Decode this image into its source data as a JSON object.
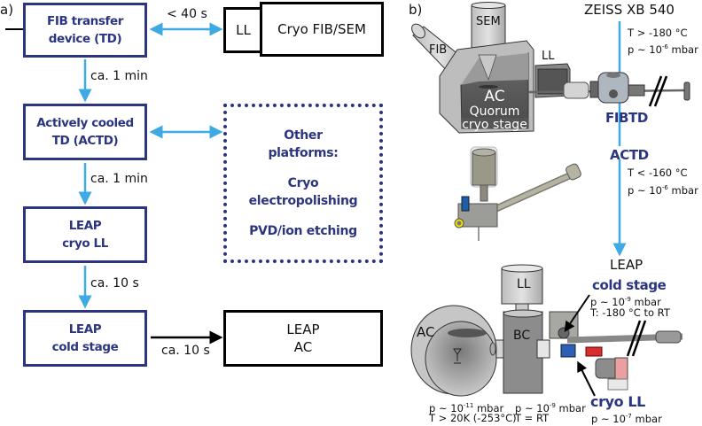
{
  "panel_a": {
    "label": "a)",
    "flow_boxes": [
      {
        "id": "fib-td",
        "line1": "FIB transfer",
        "line2": "device (TD)"
      },
      {
        "id": "actd",
        "line1": "Actively cooled",
        "line2": "TD (ACTD)"
      },
      {
        "id": "leap-cryo-ll",
        "line1": "LEAP",
        "line2": "cryo LL"
      },
      {
        "id": "leap-cold-stage",
        "line1": "LEAP",
        "line2": "cold stage"
      }
    ],
    "external_boxes": {
      "ll": "LL",
      "cryo_fib_sem": "Cryo FIB/SEM",
      "leap_ac_line1": "LEAP",
      "leap_ac_line2": "AC"
    },
    "other_platforms": {
      "title_line1": "Other",
      "title_line2": "platforms:",
      "item1_line1": "Cryo",
      "item1_line2": "electropolishing",
      "item2": "PVD/ion etching"
    },
    "timings": {
      "td_to_fibsem": "< 40 s",
      "td_to_actd": "ca. 1 min",
      "actd_to_cryoll": "ca. 1 min",
      "cryoll_to_coldstage": "ca. 10 s",
      "coldstage_to_ac": "ca. 10 s"
    },
    "colors": {
      "navy": "#2b3580",
      "arrow_blue": "#3ea9e3",
      "black": "#000000"
    }
  },
  "panel_b": {
    "label": "b)",
    "fib_sem": {
      "title": "ZEISS XB 540",
      "sem": "SEM",
      "fib": "FIB",
      "ll": "LL",
      "ac": "AC",
      "stage_line1": "Quorum",
      "stage_line2": "cryo stage",
      "temp": "T > -180 °C",
      "pressure_prefix": "p ~ 10",
      "pressure_exp": "-6",
      "pressure_unit": " mbar",
      "device_label": "FIBTD"
    },
    "actd": {
      "label": "ACTD",
      "temp": "T < -160 °C",
      "pressure_prefix": "p ~ 10",
      "pressure_exp": "-6",
      "pressure_unit": " mbar"
    },
    "leap": {
      "title": "LEAP",
      "ll": "LL",
      "ac": "AC",
      "bc": "BC",
      "cold_stage": {
        "label": "cold stage",
        "pressure_prefix": "p ~ 10",
        "pressure_exp": "-9",
        "pressure_unit": " mbar",
        "temp": "T:  -180 °C to RT"
      },
      "cryo_ll": {
        "label": "cryo LL",
        "pressure_prefix": "p ~ 10",
        "pressure_exp": "-7",
        "pressure_unit": " mbar"
      },
      "ac_conditions": {
        "pressure_prefix": "p ~ 10",
        "pressure_exp": "-11",
        "pressure_unit": " mbar",
        "temp": "T > 20K (-253°C)"
      },
      "bc_conditions": {
        "pressure_prefix": "p ~ 10",
        "pressure_exp": "-9",
        "pressure_unit": " mbar",
        "temp": "T = RT"
      }
    }
  }
}
